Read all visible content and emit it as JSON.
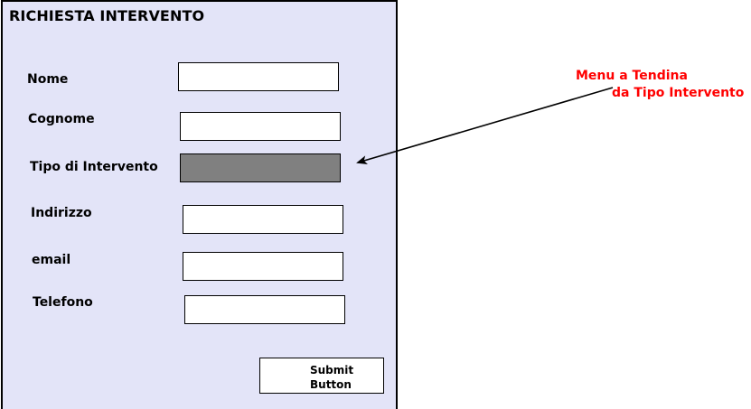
{
  "form": {
    "title": "RICHIESTA INTERVENTO",
    "background": "#e3e4f8",
    "fields": [
      {
        "label": "Nome",
        "value": ""
      },
      {
        "label": "Cognome",
        "value": ""
      },
      {
        "label": "Tipo di Intervento",
        "value": ""
      },
      {
        "label": "Indirizzo",
        "value": ""
      },
      {
        "label": "email",
        "value": ""
      },
      {
        "label": "Telefono",
        "value": ""
      }
    ],
    "submit_label": "Submit\nButton"
  },
  "annotation": {
    "line1": "Menu a Tendina",
    "line2": "da Tipo Intervento",
    "color": "#ff0000"
  }
}
